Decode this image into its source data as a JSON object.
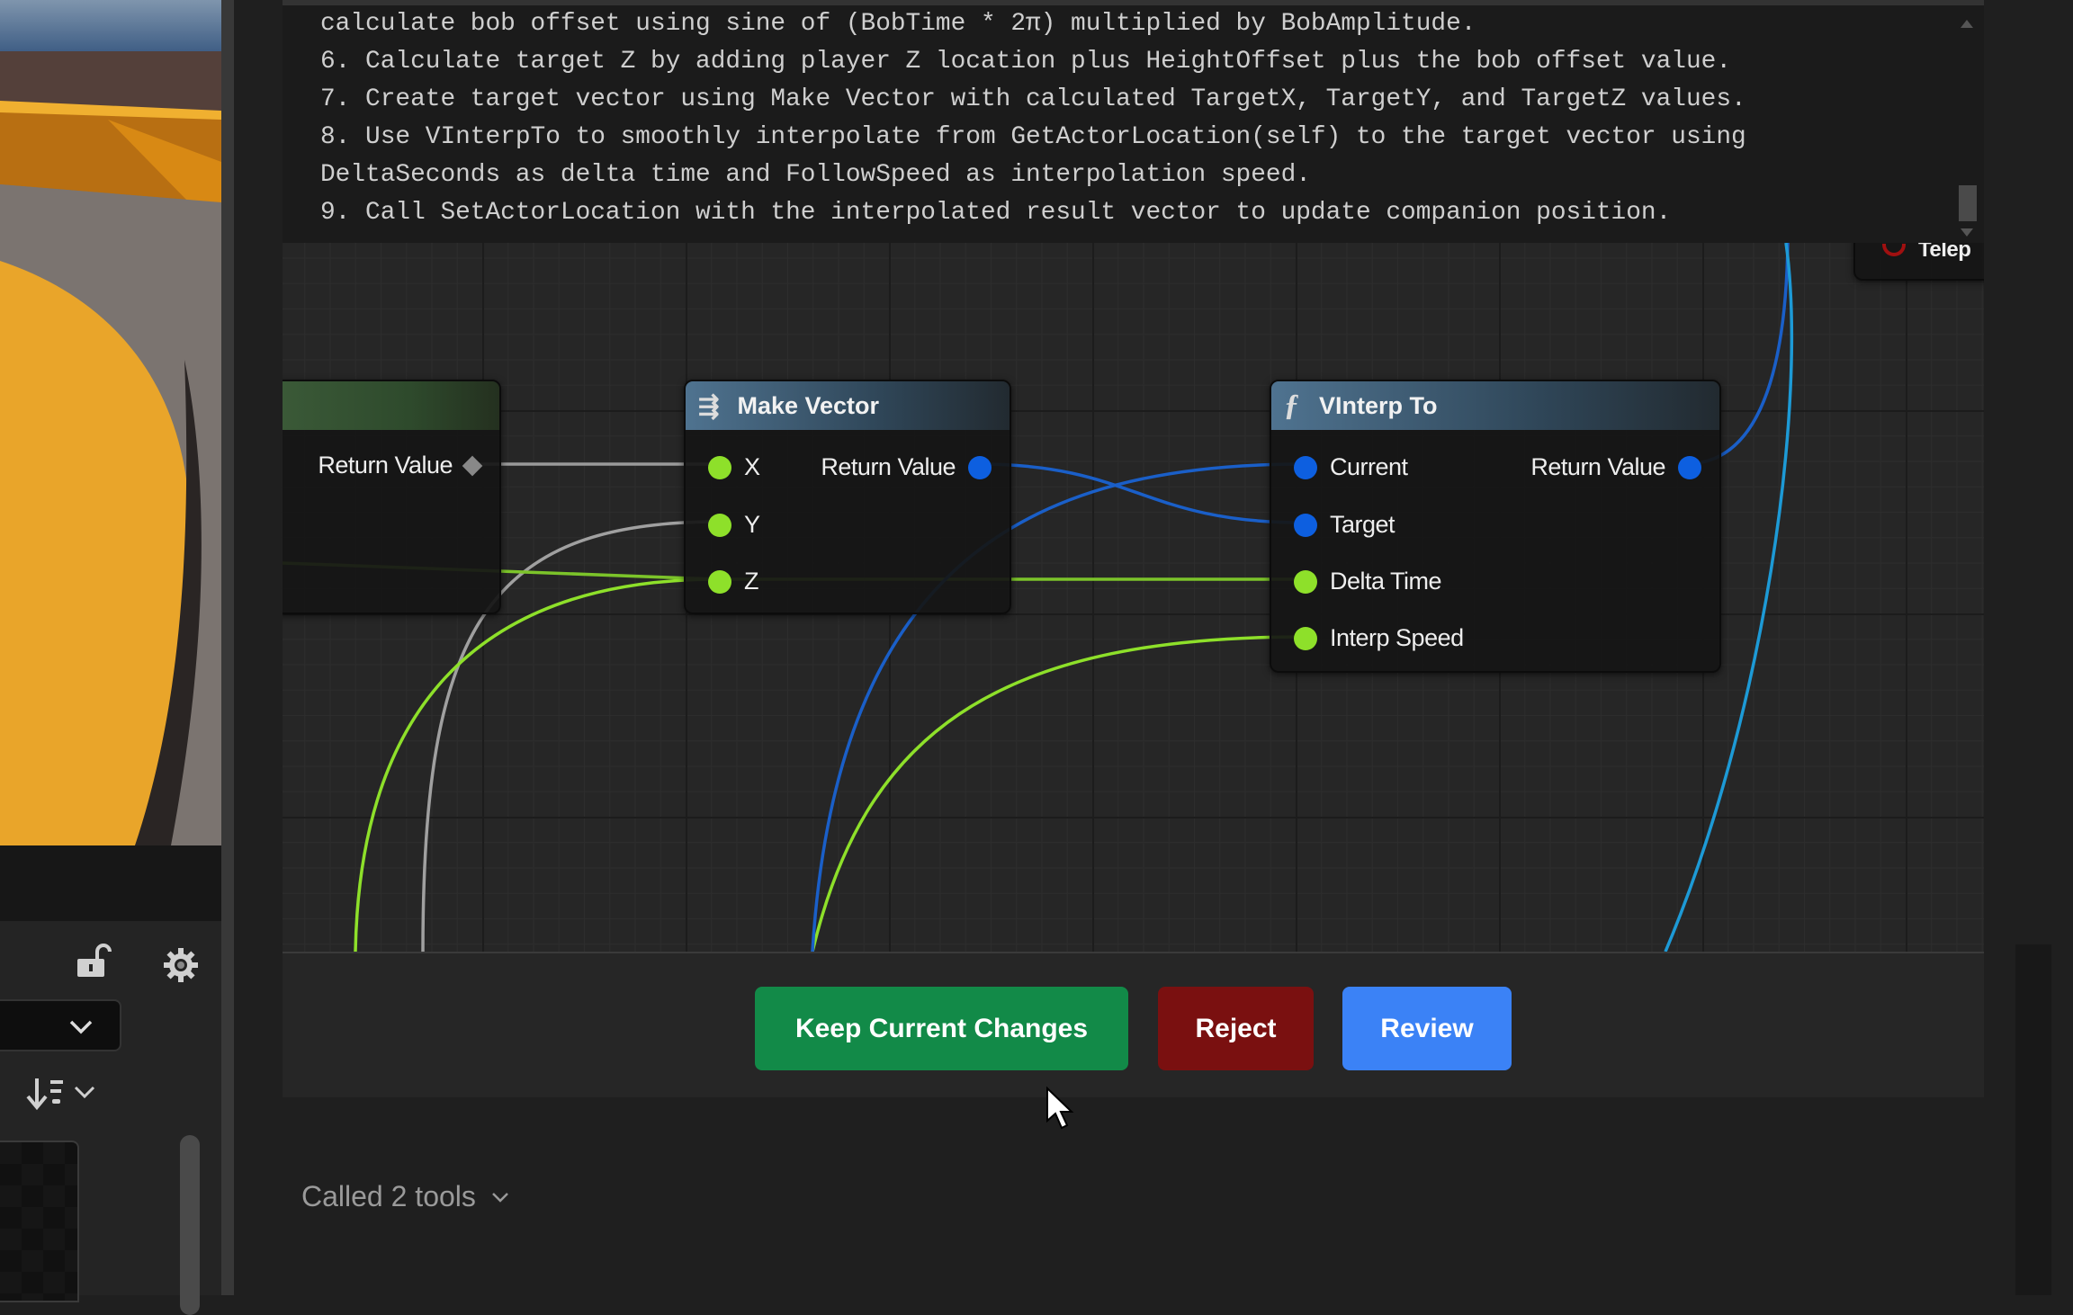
{
  "instructions": {
    "lines": [
      "calculate bob offset using sine of (BobTime * 2π) multiplied by BobAmplitude.",
      "6. Calculate target Z by adding player Z location plus HeightOffset plus the bob offset value.",
      "7. Create target vector using Make Vector with calculated TargetX, TargetY, and TargetZ values.",
      "8. Use VInterpTo to smoothly interpolate from GetActorLocation(self) to the target vector using",
      "DeltaSeconds as delta time and FollowSpeed as interpolation speed.",
      "9. Call SetActorLocation with the interpolated result vector to update companion position."
    ]
  },
  "graph": {
    "left_node": {
      "output": "Return Value"
    },
    "make_vector": {
      "title": "Make Vector",
      "inputs": [
        "X",
        "Y",
        "Z"
      ],
      "output": "Return Value"
    },
    "vinterp": {
      "title": "VInterp To",
      "inputs": [
        "Current",
        "Target",
        "Delta Time",
        "Interp Speed"
      ],
      "output": "Return Value"
    },
    "corner_node": {
      "title": "Telep"
    }
  },
  "actions": {
    "keep": "Keep Current Changes",
    "reject": "Reject",
    "review": "Review"
  },
  "colors": {
    "keep": "#128a48",
    "reject": "#7a1010",
    "review": "#3b82f6",
    "float_pin": "#8ee02a",
    "vector_pin": "#0d5fe0"
  },
  "tools": {
    "label": "Called 2 tools"
  }
}
